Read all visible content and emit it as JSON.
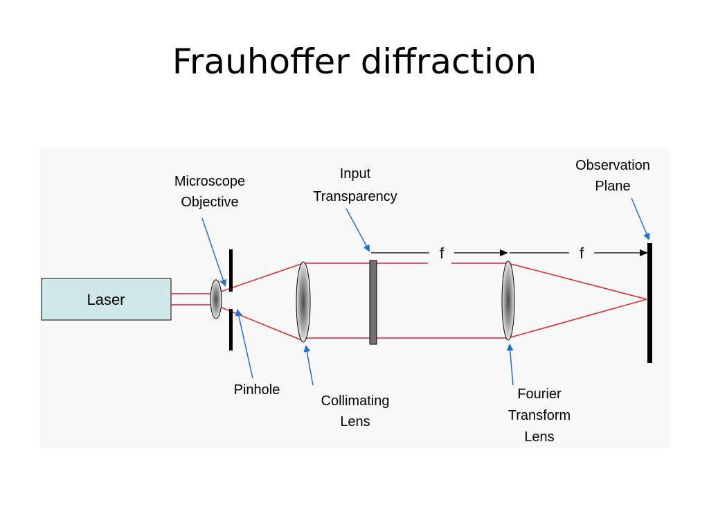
{
  "title": "Frauhoffer diffraction",
  "colors": {
    "beam": "#e0202a",
    "pointer": "#1f6fd6",
    "laser_fill": "#cfe7e7",
    "component": "#000000",
    "transparency": "#707070"
  },
  "diagram": {
    "laser": "Laser",
    "labels": {
      "microscope_objective": [
        "Microscope",
        "Objective"
      ],
      "input_transparency": [
        "Input",
        "Transparency"
      ],
      "observation_plane": [
        "Observation",
        "Plane"
      ],
      "pinhole": [
        "Pinhole"
      ],
      "collimating_lens": [
        "Collimating",
        "Lens"
      ],
      "fourier_transform_lens": [
        "Fourier",
        "Transform",
        "Lens"
      ]
    },
    "focal_length_labels": [
      "f",
      "f"
    ]
  }
}
